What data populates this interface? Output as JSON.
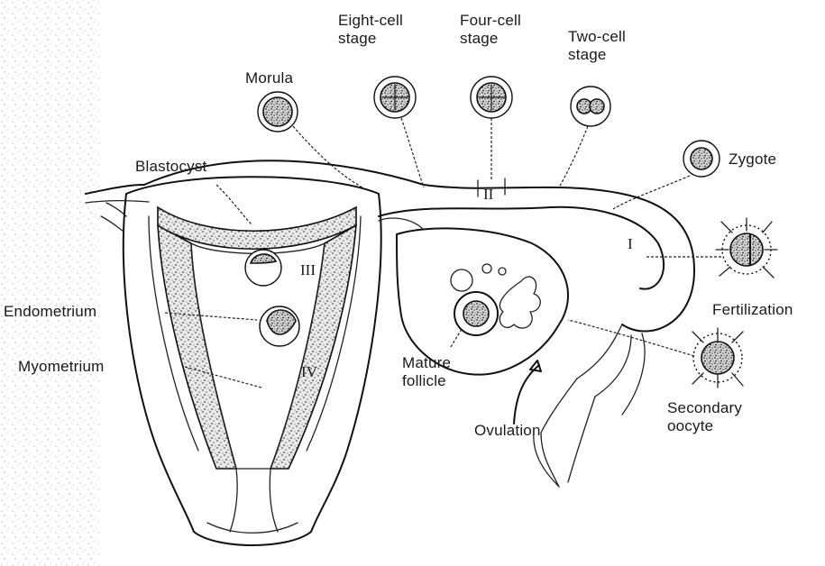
{
  "labels": {
    "eight_cell_stage": "Eight-cell\nstage",
    "four_cell_stage": "Four-cell\nstage",
    "two_cell_stage": "Two-cell\nstage",
    "morula": "Morula",
    "zygote": "Zygote",
    "blastocyst": "Blastocyst",
    "endometrium": "Endometrium",
    "myometrium": "Myometrium",
    "fertilization": "Fertilization",
    "mature_follicle": "Mature\nfollicle",
    "ovulation": "Ovulation",
    "secondary_oocyte": "Secondary\noocyte",
    "stage_I": "I",
    "stage_II": "II",
    "stage_III": "III",
    "stage_IV": "IV"
  }
}
